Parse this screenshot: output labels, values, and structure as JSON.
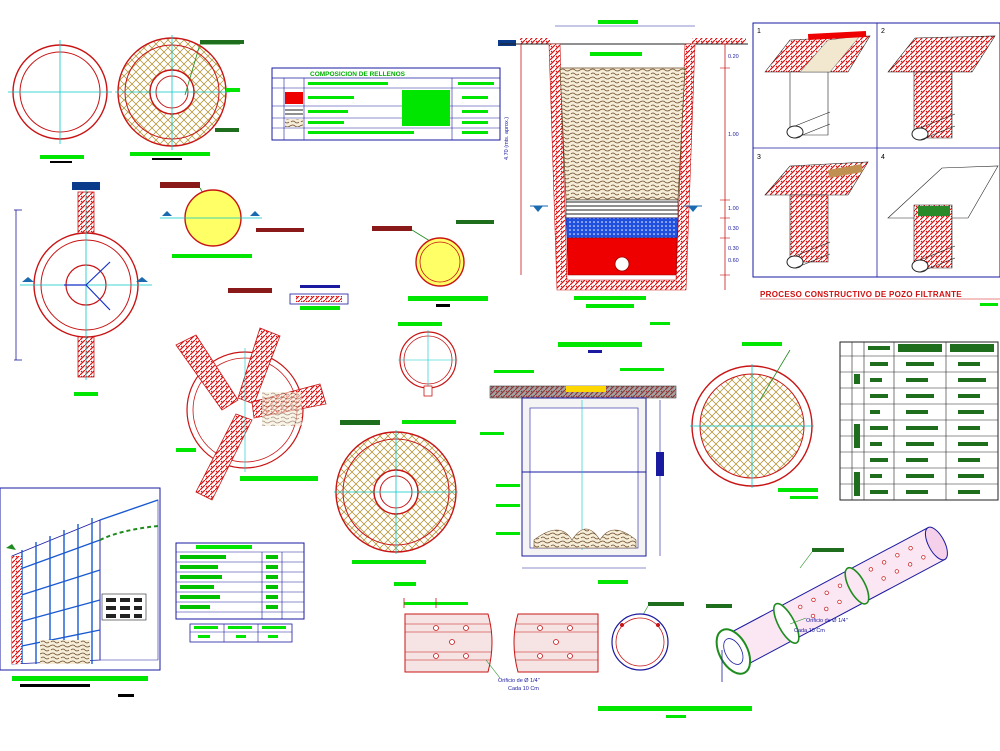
{
  "table_title": "COMPOSICION DE RELLENOS",
  "process_title": "PROCESO CONSTRUCTIVO DE POZO FILTRANTE",
  "step_numbers": [
    "1",
    "2",
    "3",
    "4"
  ],
  "dim_total_height": "4.70 (mts. aprox.)",
  "dims_right": [
    "0.20",
    "1.00",
    "1.00",
    "0.30",
    "0.30",
    "0.60"
  ],
  "perforation_note_1": "Orificio de Ø 1/4\"",
  "perforation_note_2": "Cada 10 Cm",
  "perforation_note_3": "Orificio de Ø 1/4\"",
  "perforation_note_4": "Cada 10 Cm",
  "colors": {
    "label_bar": "#00e600",
    "structure": "#c81414",
    "dimension": "#1432c8",
    "axis": "#00c8c8",
    "rebar": "#1e8c1e",
    "fill_gravel": "#8b5a2b",
    "fill_red": "#ee0000",
    "fill_yellow": "#ffff66"
  }
}
